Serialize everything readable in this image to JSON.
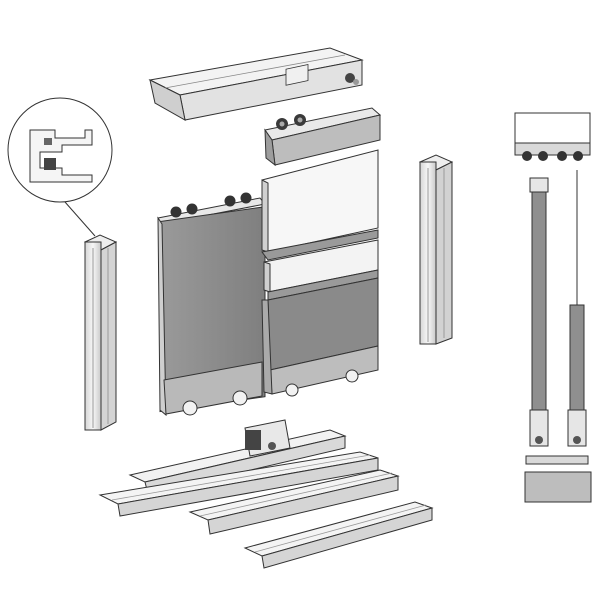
{
  "diagram": {
    "type": "exploded-assembly-illustration",
    "components": [
      "top-track-profile",
      "top-roller-carriage",
      "left-door-panel",
      "right-door-panel-upper",
      "right-door-panel-middle",
      "right-door-panel-lower",
      "left-vertical-handle-profile",
      "right-vertical-handle-profile",
      "profile-cross-section-detail",
      "bottom-guide-with-roller",
      "bottom-track-rail-front",
      "bottom-track-rail-middle",
      "bottom-track-rail-back",
      "side-section-view"
    ],
    "colors": {
      "background": "#ffffff",
      "line": "#333333",
      "aluminium_light": "#f2f2f2",
      "aluminium_mid": "#dcdcdc",
      "aluminium_dark": "#b5b5b5",
      "panel_gray": "#8a8a8a",
      "panel_white": "#f6f6f6",
      "wheel": "#555555",
      "base_block": "#bdbdbd"
    }
  }
}
